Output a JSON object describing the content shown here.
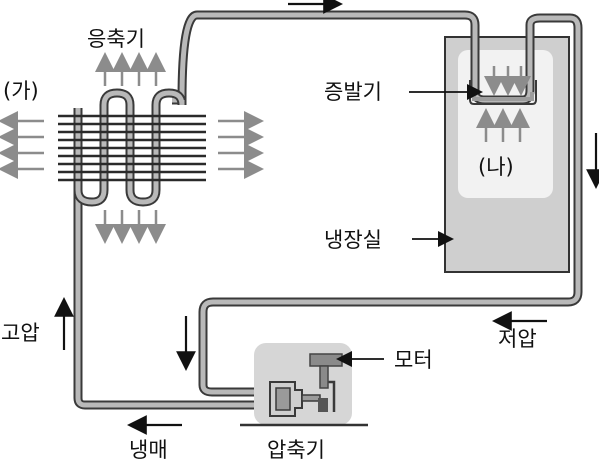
{
  "labels": {
    "condenser": "응축기",
    "part_a": "(가)",
    "evaporator": "증발기",
    "part_b": "(나)",
    "freezer": "냉장실",
    "high_pressure": "고압",
    "low_pressure": "저압",
    "motor": "모터",
    "refrigerant": "냉매",
    "compressor": "압축기"
  },
  "colors": {
    "pipe_fill": "#b9b9b9",
    "pipe_outline": "#3a3a3a",
    "fridge_body": "#cfcfcf",
    "fridge_inner": "#f2f2f2",
    "compressor_body": "#d6d6d6",
    "heat_arrow": "#8c8c8c",
    "flow_arrow": "#111111"
  },
  "icons": {
    "heat_out": "gray-arrow-icon",
    "flow": "flow-arrow-icon",
    "condenser_coil": "coil-icon",
    "motor": "motor-icon",
    "piston": "piston-icon"
  }
}
